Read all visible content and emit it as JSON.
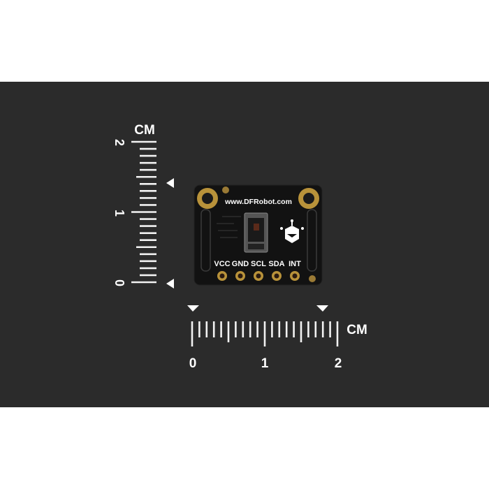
{
  "rulers": {
    "unit": "CM",
    "labels": [
      "0",
      "1",
      "2"
    ]
  },
  "board": {
    "url": "www.DFRobot.com",
    "pins": [
      "VCC",
      "GND",
      "SCL",
      "SDA",
      "INT"
    ],
    "colors": {
      "pcb": "#111111",
      "gold": "#b8923a",
      "silk": "#ffffff"
    }
  }
}
